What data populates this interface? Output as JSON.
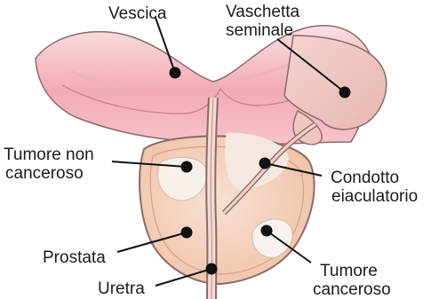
{
  "labels": {
    "vescica": "Vescica",
    "vaschetta_1": "Vaschetta",
    "vaschetta_2": "seminale",
    "tumore_non_1": "Tumore non",
    "tumore_non_2": "canceroso",
    "condotto_1": "Condotto",
    "condotto_2": "eiaculatorio",
    "prostata": "Prostata",
    "uretra": "Uretra",
    "tumore_canc_1": "Tumore",
    "tumore_canc_2": "canceroso"
  },
  "colors": {
    "bladder_pink": "#f1a9b6",
    "bladder_light": "#fbdbe0",
    "prostata_tan": "#f3cdb6",
    "tumor_pale": "#f7efe9",
    "outline": "#7a5a55",
    "pointer": "#111111"
  }
}
